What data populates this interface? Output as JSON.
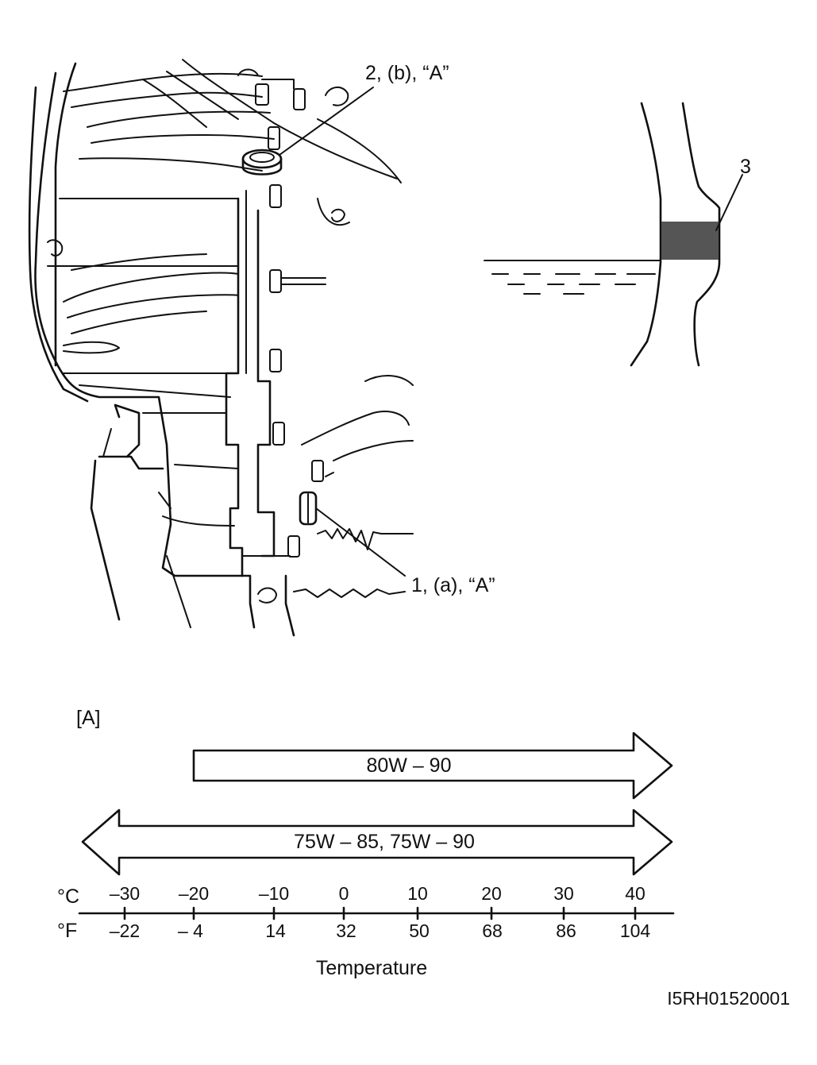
{
  "callouts": {
    "fill_plug": "2, (b), “A”",
    "drain_plug": "1, (a), “A”",
    "oil_level": "3"
  },
  "chart": {
    "label": "[A]",
    "bars": [
      {
        "text": "80W – 90",
        "from_c": -20,
        "to_c": 40,
        "open_left": false
      },
      {
        "text": "75W – 85, 75W – 90",
        "from_c": -30,
        "to_c": 40,
        "open_left": true
      }
    ],
    "celsius_unit": "°C",
    "fahrenheit_unit": "°F",
    "celsius_ticks": [
      "–30",
      "–20",
      "–10",
      "0",
      "10",
      "20",
      "30",
      "40"
    ],
    "fahrenheit_ticks": [
      "–22",
      "– 4",
      "14",
      "32",
      "50",
      "68",
      "86",
      "104"
    ],
    "axis_title": "Temperature"
  },
  "figure_id": "I5RH01520001"
}
